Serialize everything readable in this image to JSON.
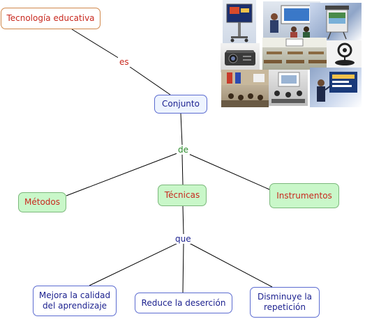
{
  "diagram": {
    "nodes": {
      "root": "Tecnología educativa",
      "conjunto": "Conjunto",
      "metodos": "Métodos",
      "tecnicas": "Técnicas",
      "instrumentos": "Instrumentos",
      "mejora": "Mejora la calidad del aprendizaje",
      "reduce": "Reduce la deserción",
      "disminuye": "Disminuye la repetición"
    },
    "links": {
      "es": "es",
      "de": "de",
      "que": "que"
    }
  },
  "colors": {
    "link_line": "#000000",
    "red_text": "#c8281e",
    "blue_text": "#1a1f8e",
    "green_text": "#2a8a2a",
    "green_fill": "#c9f7c9"
  },
  "icons": [
    "digital-whiteboard-icon",
    "presentation-room-icon",
    "projection-screen-icon",
    "projector-icon",
    "classroom-icon",
    "webcam-icon",
    "lecture-hall-icon",
    "meeting-room-icon",
    "presenter-icon"
  ]
}
